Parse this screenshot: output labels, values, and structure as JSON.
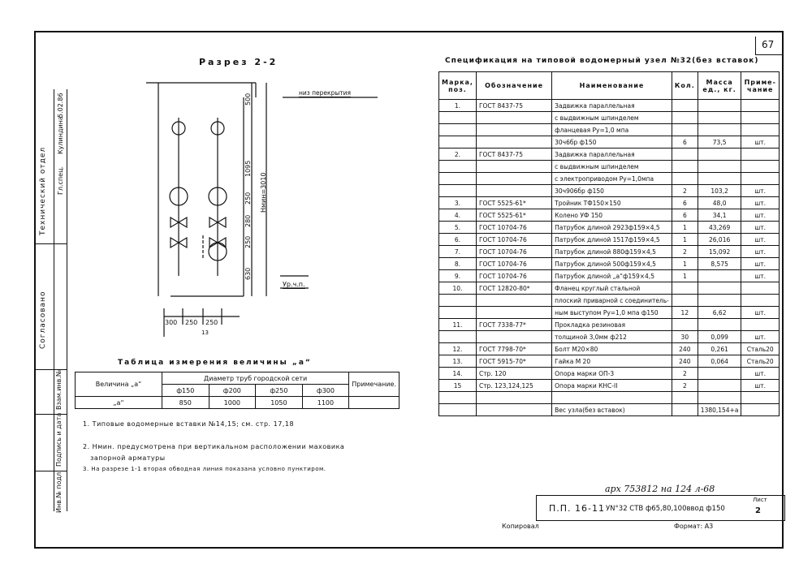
{
  "sheet_no": "67",
  "section_title": "Разрез 2-2",
  "drawing": {
    "ceiling_label": "низ перекрытия",
    "floor_label": "Ур.ч.п.",
    "dims_vertical": [
      "500",
      "1095",
      "250",
      "280",
      "250",
      "630"
    ],
    "height_label": "Hмин=3010",
    "dims_horizontal": [
      "300",
      "250",
      "250"
    ],
    "bottom_label": "13"
  },
  "spec": {
    "title": "Спецификация на типовой водомерный узел №32(без вставок)",
    "headers": [
      "Марка, поз.",
      "Обозначение",
      "Наименование",
      "Кол.",
      "Масса ед., кг.",
      "Приме-чание"
    ],
    "rows": [
      [
        "1.",
        "ГОСТ 8437-75",
        "Задвижка параллельная",
        "",
        "",
        ""
      ],
      [
        "",
        "",
        "с выдвижным шпинделем",
        "",
        "",
        ""
      ],
      [
        "",
        "",
        "фланцевая  Py=1,0 мпа",
        "",
        "",
        ""
      ],
      [
        "",
        "",
        "30ч6бр        ф150",
        "6",
        "73,5",
        "шт."
      ],
      [
        "2.",
        "ГОСТ 8437-75",
        "Задвижка параллельная",
        "",
        "",
        ""
      ],
      [
        "",
        "",
        "с выдвижным шпинделем",
        "",
        "",
        ""
      ],
      [
        "",
        "",
        "с электроприводом Py=1,0мпа",
        "",
        "",
        ""
      ],
      [
        "",
        "",
        "30ч906бр       ф150",
        "2",
        "103,2",
        "шт."
      ],
      [
        "3.",
        "ГОСТ 5525-61*",
        "Тройник ТФ150×150",
        "6",
        "48,0",
        "шт."
      ],
      [
        "4.",
        "ГОСТ 5525-61*",
        "Колено УФ 150",
        "6",
        "34,1",
        "шт."
      ],
      [
        "5.",
        "ГОСТ 10704-76",
        "Патрубок длиной 2923ф159×4,5",
        "1",
        "43,269",
        "шт."
      ],
      [
        "6.",
        "ГОСТ 10704-76",
        "Патрубок длиной 1517ф159×4,5",
        "1",
        "26,016",
        "шт."
      ],
      [
        "7.",
        "ГОСТ 10704-76",
        "Патрубок длиной 880ф159×4,5",
        "2",
        "15,092",
        "шт."
      ],
      [
        "8.",
        "ГОСТ 10704-76",
        "Патрубок длиной 500ф159×4,5",
        "1",
        "8,575",
        "шт."
      ],
      [
        "9.",
        "ГОСТ 10704-76",
        "Патрубок длиной „а“ф159×4,5",
        "1",
        "",
        "шт."
      ],
      [
        "10.",
        "ГОСТ 12820-80*",
        "Фланец круглый стальной",
        "",
        "",
        ""
      ],
      [
        "",
        "",
        "плоский приварной с соединитель-",
        "",
        "",
        ""
      ],
      [
        "",
        "",
        "ным выступом Py=1,0 мпа  ф150",
        "12",
        "6,62",
        "шт."
      ],
      [
        "11.",
        "ГОСТ 7338-77*",
        "Прокладка резиновая",
        "",
        "",
        ""
      ],
      [
        "",
        "",
        "толщиной 3,0мм  ф212",
        "30",
        "0,099",
        "шт."
      ],
      [
        "12.",
        "ГОСТ 7798-70*",
        "Болт М20×80",
        "240",
        "0,261",
        "Сталь20"
      ],
      [
        "13.",
        "ГОСТ 5915-70*",
        "Гайка  М 20",
        "240",
        "0,064",
        "Сталь20"
      ],
      [
        "14.",
        "Стр. 120",
        "Опора марки ОП-3",
        "2",
        "",
        "шт."
      ],
      [
        "15",
        "Стр. 123,124,125",
        "Опора марки КНС-II",
        "2",
        "",
        "шт."
      ],
      [
        "",
        "",
        "",
        "",
        "",
        ""
      ],
      [
        "",
        "",
        "Вес узла(без вставок)",
        "",
        "1380,154+а",
        ""
      ]
    ]
  },
  "measure_table": {
    "title": "Таблица измерения величины „а“",
    "col1": "Величина „а“",
    "group": "Диаметр труб городской сети",
    "note_header": "Примечание.",
    "diams": [
      "ф150",
      "ф200",
      "ф250",
      "ф300"
    ],
    "row_label": "„а“",
    "values": [
      "850",
      "1000",
      "1050",
      "1100"
    ]
  },
  "notes": [
    "1. Типовые водомерные вставки №14,15; см. стр. 17,18",
    "2. Hмин. предусмотрена при вертикальном расположении маховика",
    "   запорной арматуры",
    "3. На разрезе 1-1 вторая обводная линия показана условно пунктиром."
  ],
  "side": {
    "agreed": "Согласовано",
    "tech_dept": "Технический отдел",
    "chief": "Гл.спец.",
    "name": "Кулиндина",
    "date": "5.02.86",
    "inv_inst": "Взам.инв.№",
    "sign_date": "Подпись и дата",
    "inv_orig": "Инв.№ подл."
  },
  "title_block": {
    "handwritten": "арх 753812 на 124 л-68",
    "code": "П.П. 16-11",
    "description": "УN°32 СТВ ф65,80,100ввод ф150",
    "sheet_label": "Лист",
    "sheet_value": "2",
    "copied": "Копировал",
    "format": "Формат: А3"
  }
}
